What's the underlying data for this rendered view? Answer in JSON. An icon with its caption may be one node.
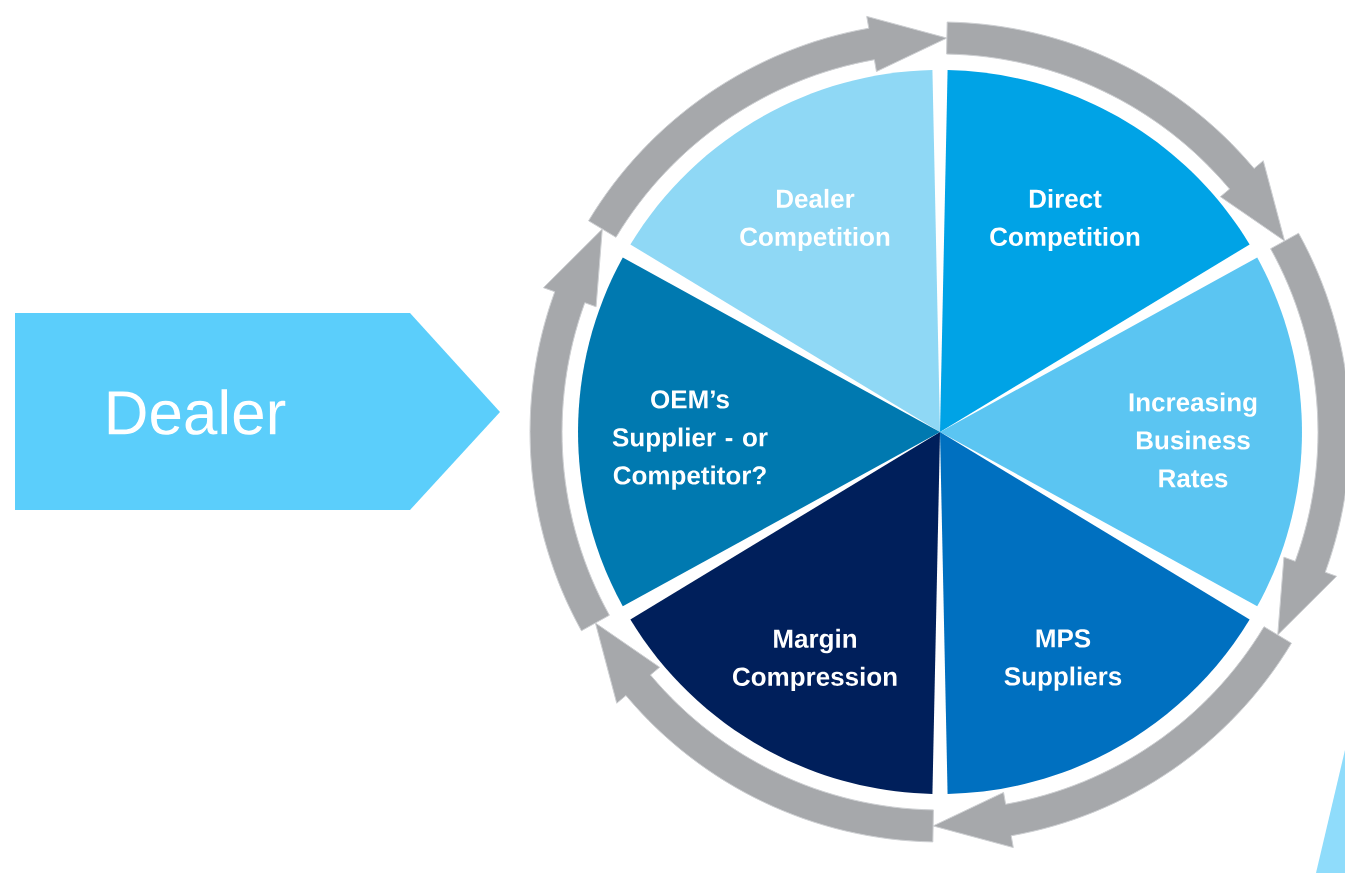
{
  "diagram": {
    "nodes": [
      {
        "text": [
          "Dealer"
        ]
      },
      {
        "text": [
          "Dealer Competition"
        ]
      },
      {
        "text": [
          "Direct Competition"
        ]
      },
      {
        "text": [
          "Increasing Business Rates"
        ]
      },
      {
        "text": [
          "MPS Suppliers"
        ]
      },
      {
        "text": [
          "Margin Compression"
        ]
      },
      {
        "text": [
          "OEM’s Supplier - or Competitor?"
        ]
      }
    ],
    "edges": [
      {
        "from": 1,
        "to": 2,
        "arrow": "to"
      },
      {
        "from": 2,
        "to": 3,
        "arrow": "to"
      },
      {
        "from": 3,
        "to": 4,
        "arrow": "to"
      },
      {
        "from": 4,
        "to": 5,
        "arrow": "to"
      },
      {
        "from": 5,
        "to": 6,
        "arrow": "to"
      },
      {
        "from": 6,
        "to": 1,
        "arrow": "to"
      }
    ]
  }
}
